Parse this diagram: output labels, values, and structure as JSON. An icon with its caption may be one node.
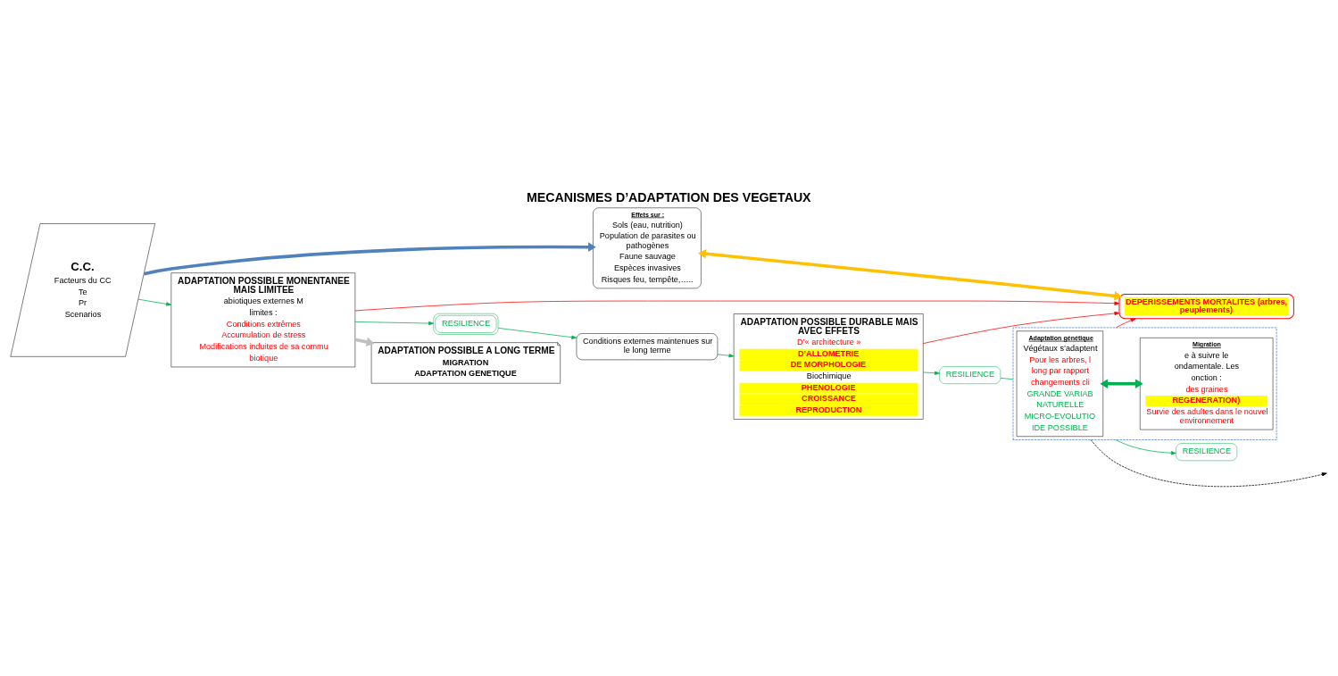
{
  "diagram": {
    "title": "MECANISMES D’ADAPTATION DES VEGETAUX",
    "nodes": [
      {
        "text": [
          "C.C.",
          "Facteurs du CC",
          "Te",
          "Pr",
          "Scenarios"
        ]
      },
      {
        "text": [
          "Effets sur :",
          "Sols (eau, nutrition)",
          "Population de parasites ou pathogènes",
          "Faune sauvage",
          "Espèces invasives",
          "Risques feu, tempête,….."
        ]
      },
      {
        "text": [
          "ADAPTATION POSSIBLE MONENTANEE MAIS LIMITEE",
          "abiotiques externes M",
          "limites :",
          "Conditions extrêmes",
          "Accumulation de stress",
          "Modifications induites de sa commu",
          "biotique"
        ]
      },
      {
        "text": [
          "RESILIENCE"
        ]
      },
      {
        "text": [
          "Conditions externes maintenues sur le long terme"
        ]
      },
      {
        "text": [
          "ADAPTATION POSSIBLE DURABLE MAIS AVEC EFFETS",
          "D’« architecture »",
          "D’ALLOMETRIE",
          "DE MORPHOLOGIE",
          "Biochimique",
          "PHENOLOGIE",
          "CROISSANCE",
          "REPRODUCTION"
        ]
      },
      {
        "text": [
          "DEPERISSEMENTS MORTALITES (arbres, peuplements)"
        ]
      },
      {
        "text": [
          "RESILIENCE"
        ]
      },
      {
        "text": [
          "RESILIENCE"
        ]
      },
      {
        "text": [],
        "shape": "box"
      },
      {
        "text": [
          "Adaptation génétique",
          "Végétaux s’adaptent",
          "Pour les arbres, l",
          "long par rapport",
          "changements cli",
          "GRANDE VARIAB",
          "NATURELLE",
          "MICRO-EVOLUTIO",
          "IDE POSSIBLE"
        ],
        "in": 9
      },
      {
        "text": [
          "Migration",
          "e à suivre le",
          "ondamentale. Les",
          "onction :",
          "des graines",
          "REGENERATION)",
          "Survie des adultes dans le nouvel environnement"
        ],
        "in": 9
      },
      {
        "text": [
          "ADAPTATION POSSIBLE A LONG TERME",
          "MIGRATION",
          "ADAPTATION GENETIQUE"
        ]
      }
    ],
    "edges": [
      {
        "from": 0,
        "to": 1,
        "arrow": "to",
        "style": "thick",
        "color": "#4f81bd"
      },
      {
        "from": 0,
        "to": 2,
        "arrow": "to"
      },
      {
        "from": 2,
        "to": 3,
        "arrow": "to"
      },
      {
        "from": 3,
        "to": 4,
        "arrow": "to"
      },
      {
        "from": 4,
        "to": 5,
        "arrow": "to"
      },
      {
        "from": 5,
        "to": 7,
        "arrow": "to"
      },
      {
        "from": 2,
        "to": 6,
        "arrow": "to",
        "color": "#ff0000"
      },
      {
        "from": 5,
        "to": 6,
        "arrow": "to",
        "color": "#ff0000"
      },
      {
        "from": 9,
        "to": 6,
        "arrow": "to",
        "color": "#ff0000"
      },
      {
        "from": 9,
        "to": 8,
        "arrow": "to"
      },
      {
        "from": 1,
        "to": 6,
        "arrow": "both",
        "style": "thick",
        "color": "#ffc000"
      },
      {
        "from": 10,
        "to": 11,
        "arrow": "both",
        "style": "thick"
      },
      {
        "from": 7,
        "to": 9,
        "arrow": "none"
      },
      {
        "from": 2,
        "to": 12,
        "arrow": "to",
        "style": "thick",
        "color": "#bfbfbf"
      },
      {
        "from": 9,
        "to": null,
        "arrow": "to",
        "style": "dashed",
        "color": "#000000"
      }
    ]
  }
}
